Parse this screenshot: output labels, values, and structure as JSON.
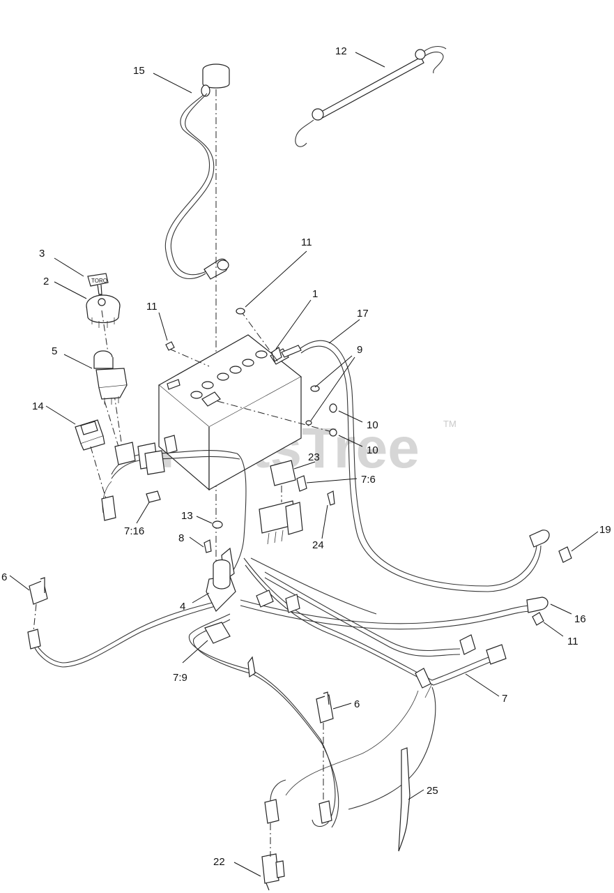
{
  "watermark": {
    "text": "PartsTree",
    "trademark": "TM"
  },
  "key_logo": "TORO",
  "callouts": {
    "c1": "1",
    "c2": "2",
    "c3": "3",
    "c4": "4",
    "c5": "5",
    "c6a": "6",
    "c6b": "6",
    "c7": "7",
    "c7_6": "7:6",
    "c7_9": "7:9",
    "c7_16": "7:16",
    "c8": "8",
    "c9": "9",
    "c10a": "10",
    "c10b": "10",
    "c11a": "11",
    "c11b": "11",
    "c11c": "11",
    "c12": "12",
    "c13": "13",
    "c14": "14",
    "c15": "15",
    "c16": "16",
    "c17": "17",
    "c19": "19",
    "c22": "22",
    "c23": "23",
    "c24": "24",
    "c25": "25"
  }
}
